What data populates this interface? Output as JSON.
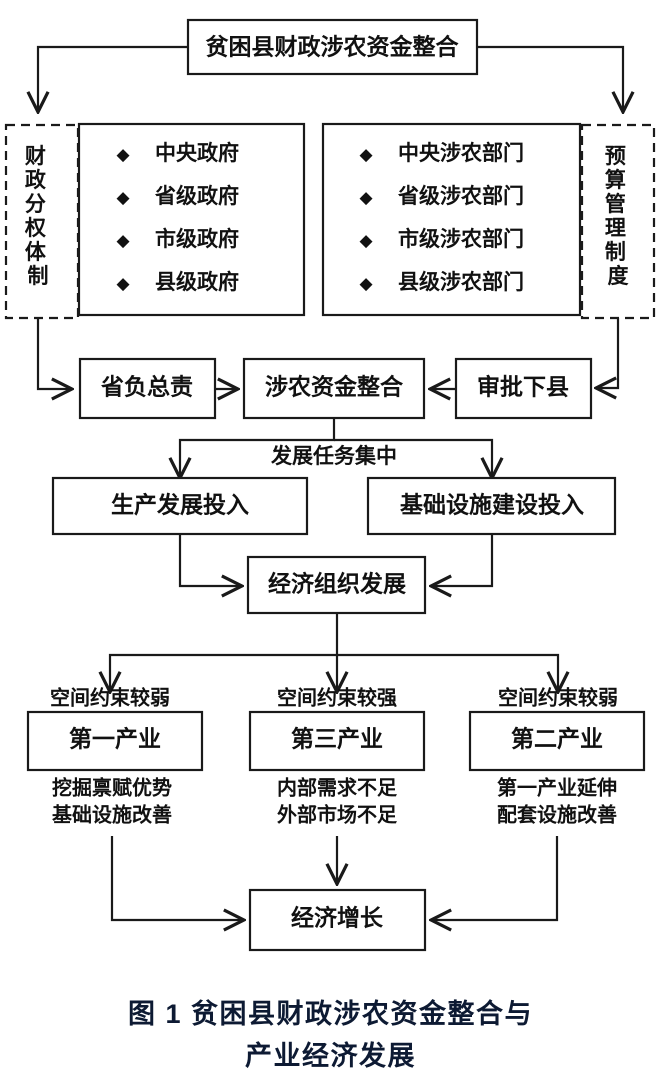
{
  "figure": {
    "caption_line1": "图 1  贫困县财政涉农资金整合与",
    "caption_line2": "产业经济发展"
  },
  "nodes": {
    "top": "贫困县财政涉农资金整合",
    "left_frame": "财政分权体制",
    "right_frame": "预算管理制度",
    "gov_list": [
      "中央政府",
      "省级政府",
      "市级政府",
      "县级政府"
    ],
    "dept_list": [
      "中央涉农部门",
      "省级涉农部门",
      "市级涉农部门",
      "县级涉农部门"
    ],
    "province_resp": "省负总责",
    "fund_integration": "涉农资金整合",
    "approval": "审批下县",
    "task_focus": "发展任务集中",
    "production_input": "生产发展投入",
    "infrastructure_input": "基础设施建设投入",
    "economic_org": "经济组织发展",
    "growth": "经济增长"
  },
  "branches": [
    {
      "constraint": "空间约束较弱",
      "industry": "第一产业",
      "note_line1": "挖掘禀赋优势",
      "note_line2": "基础设施改善"
    },
    {
      "constraint": "空间约束较强",
      "industry": "第三产业",
      "note_line1": "内部需求不足",
      "note_line2": "外部市场不足"
    },
    {
      "constraint": "空间约束较弱",
      "industry": "第二产业",
      "note_line1": "第一产业延伸",
      "note_line2": "配套设施改善"
    }
  ],
  "bullet_glyph": "◆",
  "colors": {
    "stroke": "#1a1a1a",
    "text": "#111111",
    "caption": "#0d1a33",
    "background": "#ffffff"
  }
}
